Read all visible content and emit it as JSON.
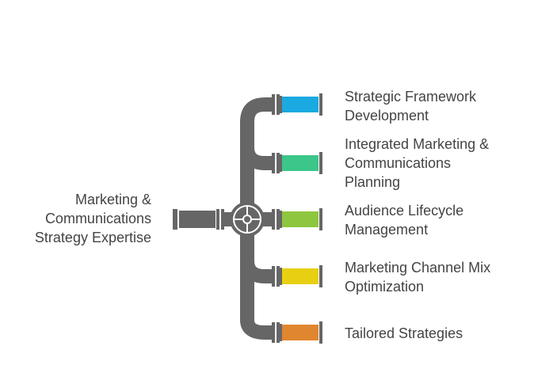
{
  "source": {
    "label_lines": [
      "Marketing &",
      "Communications",
      "Strategy Expertise"
    ]
  },
  "branches": [
    {
      "label_lines": [
        "Strategic Framework",
        "Development"
      ],
      "color": "#1aa9e0"
    },
    {
      "label_lines": [
        "Integrated Marketing &",
        "Communications",
        "Planning"
      ],
      "color": "#3cc68a"
    },
    {
      "label_lines": [
        "Audience Lifecycle",
        "Management"
      ],
      "color": "#8ec63f"
    },
    {
      "label_lines": [
        "Marketing Channel Mix",
        "Optimization"
      ],
      "color": "#e8cf12"
    },
    {
      "label_lines": [
        "Tailored Strategies"
      ],
      "color": "#e0862f"
    }
  ],
  "colors": {
    "pipe": "#666666",
    "text": "#444444"
  },
  "icons": {
    "valve": "valve-wheel-icon"
  }
}
